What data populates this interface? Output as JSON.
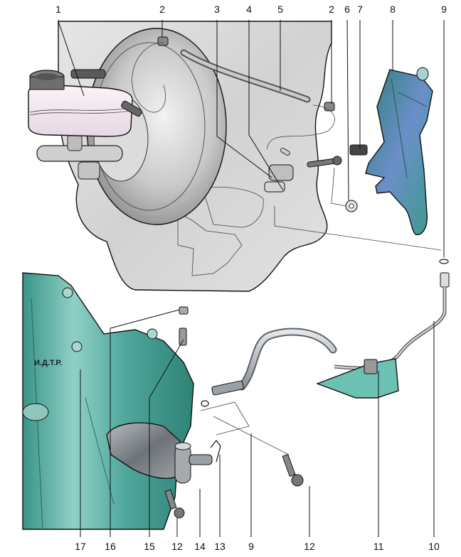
{
  "diagram": {
    "title": "",
    "description": "Exploded view of hydraulic clutch release system: reservoir, brake booster, master cylinder, pedal assembly, pipeline and slave cylinder on gearbox",
    "gearbox_marking": "И.Д.Т.Р.",
    "colors": {
      "firewall": "#d9d9d9",
      "booster": "#c8c8c8",
      "reservoir": "#f1e6ee",
      "pedal": "#3f8f8a",
      "pedal_highlight": "#6b8fc9",
      "gearbox": "#4fa79c",
      "gearbox_light": "#a9d6cf",
      "slave_cylinder": "#7a7f84",
      "hose": "#b9bec2",
      "bracket": "#6cc1b4"
    },
    "callouts_top": [
      {
        "label": "1"
      },
      {
        "label": "2"
      },
      {
        "label": "3"
      },
      {
        "label": "4"
      },
      {
        "label": "5"
      },
      {
        "label": "2"
      },
      {
        "label": "6"
      },
      {
        "label": "7"
      },
      {
        "label": "8"
      },
      {
        "label": "9"
      }
    ],
    "callouts_bottom": [
      {
        "label": "17"
      },
      {
        "label": "16"
      },
      {
        "label": "15"
      },
      {
        "label": "12"
      },
      {
        "label": "14"
      },
      {
        "label": "13"
      },
      {
        "label": "9"
      },
      {
        "label": "12"
      },
      {
        "label": "11"
      },
      {
        "label": "10"
      }
    ]
  }
}
